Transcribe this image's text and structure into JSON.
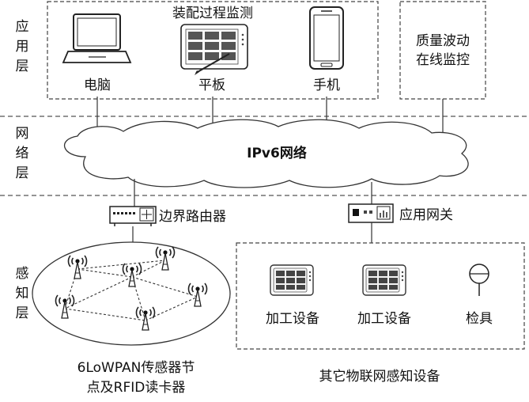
{
  "layers": {
    "application": [
      "应",
      "用",
      "层"
    ],
    "network": [
      "网",
      "络",
      "层"
    ],
    "perception": [
      "感",
      "知",
      "层"
    ]
  },
  "application": {
    "group_title": "装配过程监测",
    "devices": [
      "电脑",
      "平板",
      "手机"
    ],
    "quality_monitor": [
      "质量波动",
      "在线监控"
    ]
  },
  "network": {
    "cloud_label": "IPv6网络"
  },
  "perception": {
    "border_router": "边界路由器",
    "app_gateway": "应用网关",
    "sensor_caption": [
      "6LoWPAN传感器节",
      "点及RFID读卡器"
    ],
    "iot_devices": [
      "加工设备",
      "加工设备",
      "检具"
    ],
    "iot_caption": "其它物联网感知设备"
  }
}
